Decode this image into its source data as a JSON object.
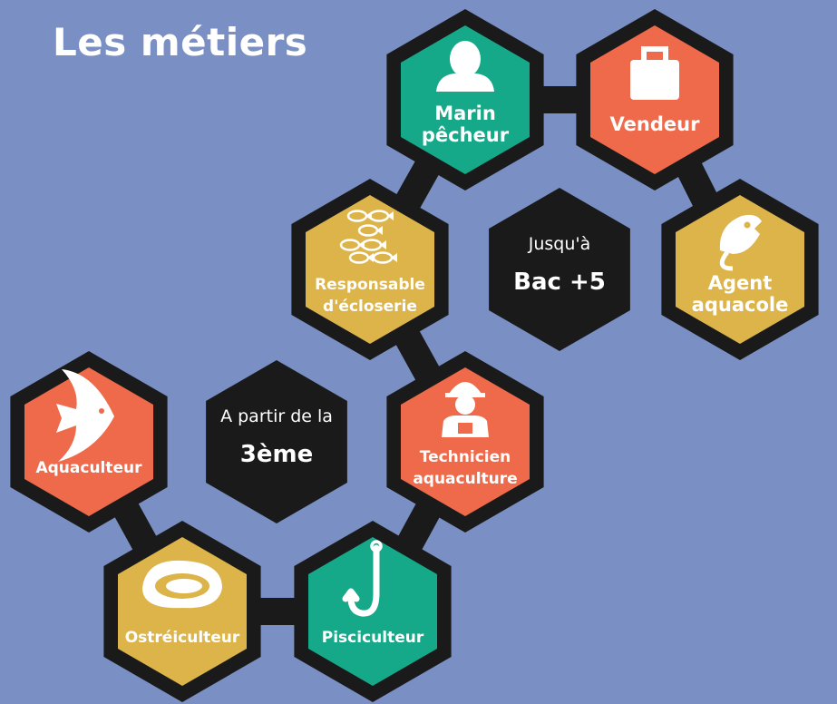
{
  "title": "Les métiers",
  "colors": {
    "background": "#7a90c4",
    "frame": "#1a1a1a",
    "teal": "#15a98a",
    "orange": "#ee6a4a",
    "gold": "#dcb44a",
    "black": "#1a1a1a"
  },
  "nodes": [
    {
      "id": "marin-pecheur",
      "lines": [
        "Marin",
        "pêcheur"
      ],
      "color": "teal",
      "icon": "person-icon"
    },
    {
      "id": "vendeur",
      "lines": [
        "Vendeur"
      ],
      "color": "orange",
      "icon": "shopping-bag-icon"
    },
    {
      "id": "agent-aquacole",
      "lines": [
        "Agent",
        "aquacole"
      ],
      "color": "gold",
      "icon": "fish-on-hook-icon"
    },
    {
      "id": "responsable-ecloserie",
      "lines": [
        "Responsable",
        "d'écloserie"
      ],
      "color": "gold",
      "icon": "fish-school-icon"
    },
    {
      "id": "technicien-aquaculture",
      "lines": [
        "Technicien",
        "aquaculture"
      ],
      "color": "orange",
      "icon": "worker-helmet-icon"
    },
    {
      "id": "aquaculteur",
      "lines": [
        "Aquaculteur"
      ],
      "color": "orange",
      "icon": "angelfish-icon"
    },
    {
      "id": "ostreiculteur",
      "lines": [
        "Ostréiculteur"
      ],
      "color": "gold",
      "icon": "oyster-icon"
    },
    {
      "id": "pisciculteur",
      "lines": [
        "Pisciculteur"
      ],
      "color": "teal",
      "icon": "fish-hook-icon"
    }
  ],
  "info": [
    {
      "id": "max-level",
      "small": "Jusqu'à",
      "big": "Bac +5"
    },
    {
      "id": "min-level",
      "small": "A partir de la",
      "big": "3ème"
    }
  ]
}
